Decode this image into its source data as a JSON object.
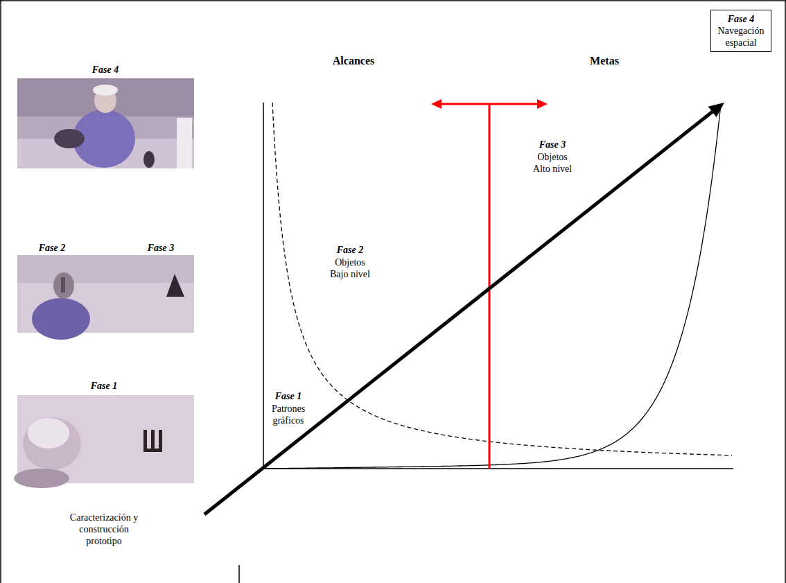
{
  "diagram": {
    "nodes": [
      {
        "text": [
          "Fase 4",
          "Navegación espacial"
        ]
      }
    ],
    "labels": [
      "Fase 4",
      "Fase 2",
      "Fase 3",
      "Fase 1",
      "Caracterización y construcción prototipo",
      "Alcances",
      "Metas",
      "Fase 3",
      "Objetos Alto nivel",
      "Fase 2",
      "Objetos Bajo nivel",
      "Fase 1",
      "Patrones gráficos"
    ]
  }
}
